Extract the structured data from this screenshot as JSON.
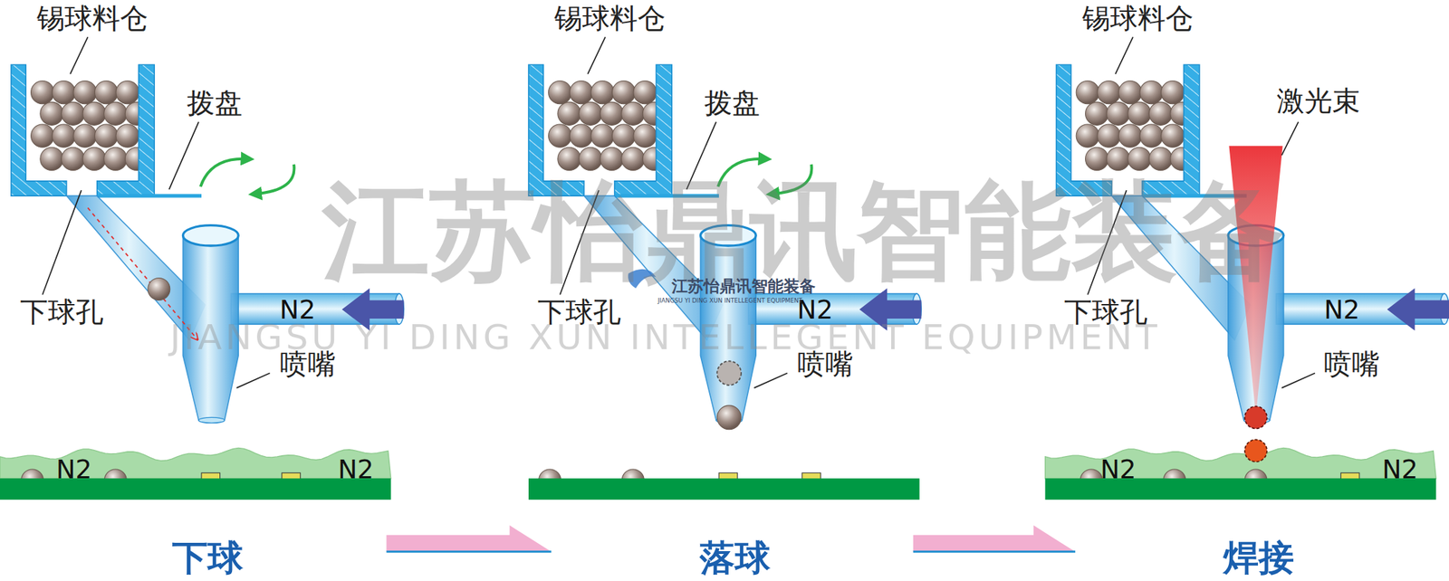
{
  "diagram": {
    "nodes": [
      {
        "text": [
          "下球"
        ]
      },
      {
        "text": [
          "落球"
        ]
      },
      {
        "text": [
          "焊接"
        ]
      }
    ],
    "edges": [
      {
        "from": 0,
        "to": 1,
        "arrow": "to"
      },
      {
        "from": 1,
        "to": 2,
        "arrow": "to"
      }
    ],
    "labels": [
      "锡球料仓",
      "拨盘",
      "下球孔",
      "N2",
      "喷嘴",
      "N2",
      "N2",
      "锡球料仓",
      "拨盘",
      "下球孔",
      "N2",
      "喷嘴",
      "锡球料仓",
      "激光束",
      "下球孔",
      "N2",
      "喷嘴",
      "N2",
      "N2",
      "江苏怡鼎讯智能装备",
      "JIANGSU YI DING XUN INTELLEGENT EQUIPMENT",
      "江苏怡鼎讯智能装备",
      "JIANGSU YI DING XUN INTELLEGENT EQUIPMENT"
    ]
  }
}
